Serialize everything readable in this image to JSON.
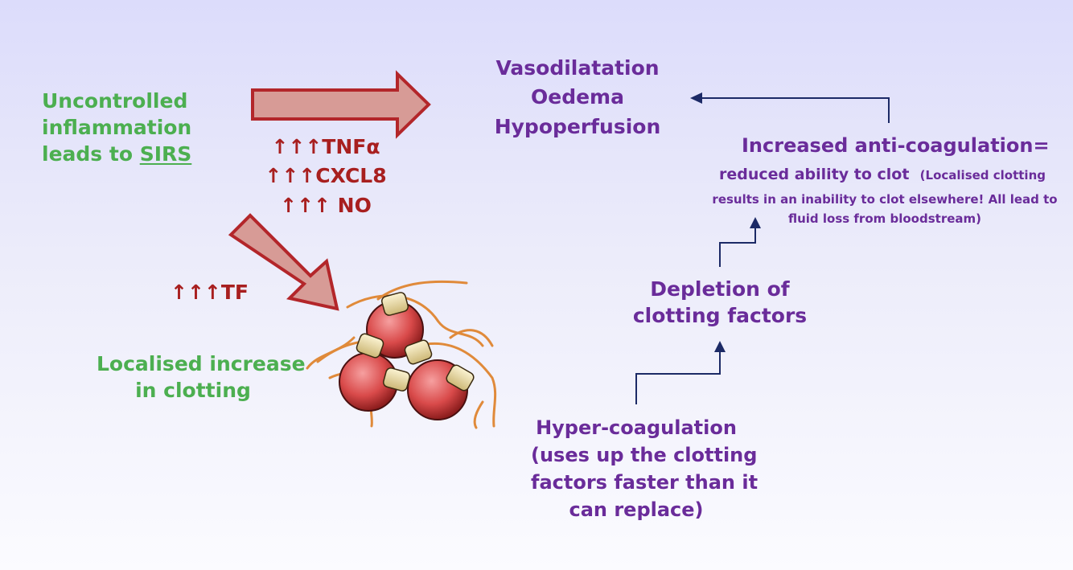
{
  "colors": {
    "green": "#4caf50",
    "purple": "#6a2c9a",
    "red": "#a81f1f",
    "big_arrow_fill": "#d79b96",
    "big_arrow_stroke": "#b3262a",
    "connector": "#1c2a66",
    "cell_red": "#d94a4a",
    "fibrin": "#e08a3a",
    "platelet": "#e8d9a0"
  },
  "labels": {
    "sirs_lines": [
      "Uncontrolled",
      "inflammation",
      "leads to "
    ],
    "sirs_word": "SIRS",
    "mediators": [
      "↑↑↑TNFα",
      "↑↑↑CXCL8",
      "↑↑↑ NO"
    ],
    "tf": "↑↑↑TF",
    "localised": [
      "Localised increase",
      "in clotting"
    ],
    "effects": [
      "Vasodilatation",
      "Oedema",
      "Hypoperfusion"
    ],
    "anticoag_title": "Increased anti-coagulation=",
    "anticoag_sub": "reduced ability to clot",
    "anticoag_note": [
      "(Localised clotting",
      "results in an inability to clot elsewhere! All lead to",
      "fluid loss from bloodstream)"
    ],
    "depletion": [
      "Depletion of",
      "clotting factors"
    ],
    "hyper": [
      "Hyper-coagulation",
      "(uses up the clotting",
      "factors faster than it",
      "can replace)"
    ]
  },
  "icons": [
    "big-right-arrow-icon",
    "big-diagonal-arrow-icon",
    "clot-cells-icon"
  ]
}
